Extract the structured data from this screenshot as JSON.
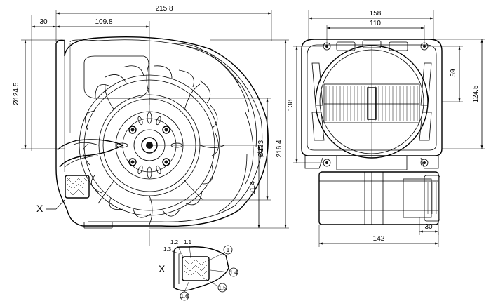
{
  "front_view": {
    "dimensions": {
      "overall_width": "215.8",
      "inlet_offset": "30",
      "center_offset": "109.8",
      "inlet_diameter": "Ø124.5",
      "wheel_diameter": "Ø123",
      "overall_height": "216.4",
      "center_height": "91.4"
    },
    "detail_marker": "X"
  },
  "side_view": {
    "dimensions": {
      "overall_width": "158",
      "mount_spacing": "110",
      "height": "138",
      "mount_offset": "59",
      "height_right": "124.5",
      "bottom_offset": "30",
      "base_width": "142"
    }
  },
  "detail_x": {
    "label": "X",
    "callouts": [
      "1.2",
      "1.1",
      "1.3",
      "1",
      "1.4",
      "1.5",
      "1.6"
    ]
  }
}
